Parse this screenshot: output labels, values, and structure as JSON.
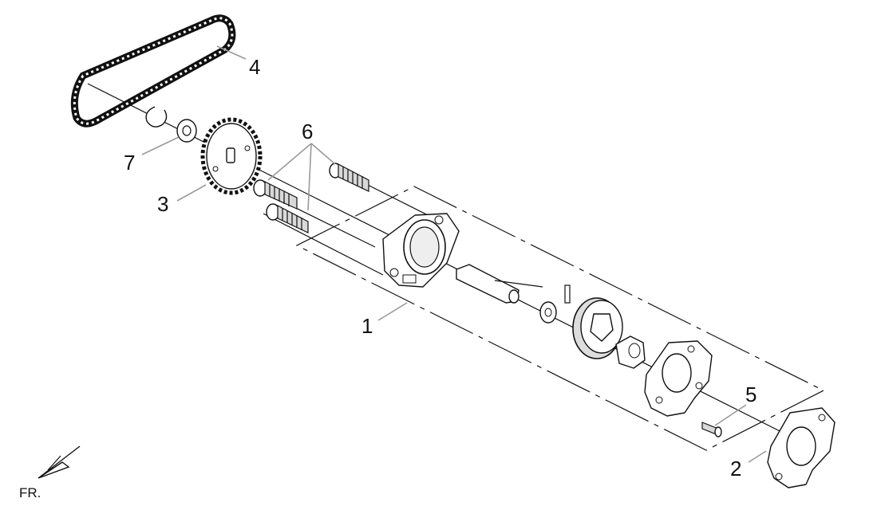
{
  "callouts": {
    "c1": "1",
    "c2": "2",
    "c3": "3",
    "c4": "4",
    "c5": "5",
    "c6": "6",
    "c7": "7"
  },
  "orientation_label": "FR.",
  "icons": {
    "front_indicator": "arrow-front-icon"
  }
}
